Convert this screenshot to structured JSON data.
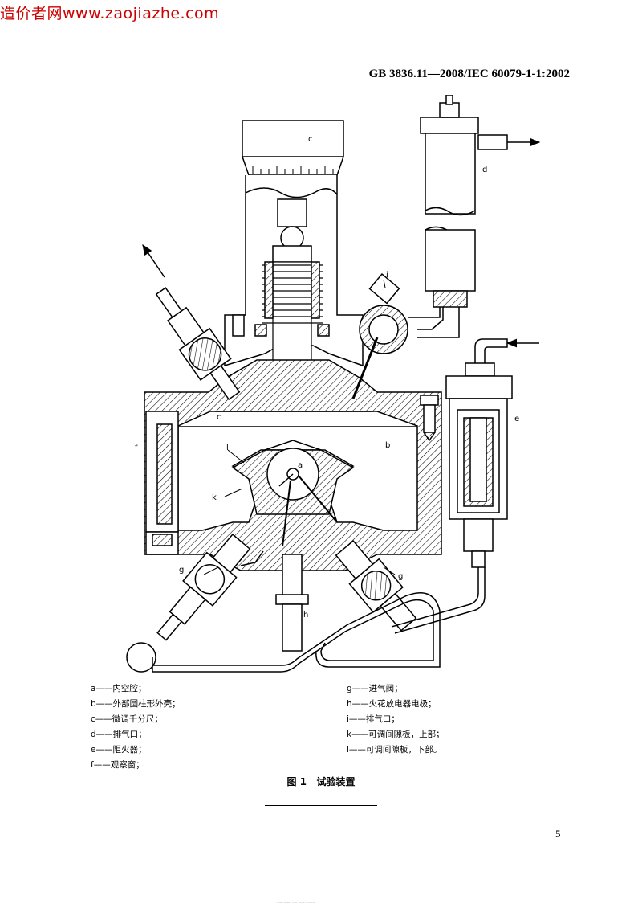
{
  "watermark": {
    "site": "造价者网www.zaojiazhe.com",
    "top_fine_print": "······ ·······  ·····  ······· ·········",
    "bottom_fine_print": "······ ·······  ·····  ······· ·········"
  },
  "header": {
    "standard": "GB  3836.11—2008/IEC 60079-1-1:2002"
  },
  "figure": {
    "labels": {
      "a": "a",
      "b": "b",
      "c_scale": "c",
      "c_cavity": "c",
      "d": "d",
      "e": "e",
      "f": "f",
      "g_left": "g",
      "g_right": "g",
      "h": "h",
      "i": "i",
      "k": "k",
      "l": "l"
    }
  },
  "legend": {
    "left": [
      "a——内空腔；",
      "b——外部圆柱形外壳；",
      "c——微调千分尺；",
      "d——排气口；",
      "e——阻火器；",
      "f——观察窗；"
    ],
    "right": [
      "g——进气阀；",
      "h——火花放电器电极；",
      "i——排气口；",
      "k——可调间隙板，上部；",
      "l——可调间隙板，下部。"
    ]
  },
  "caption": "图 1   试验装置",
  "page_number": "5"
}
